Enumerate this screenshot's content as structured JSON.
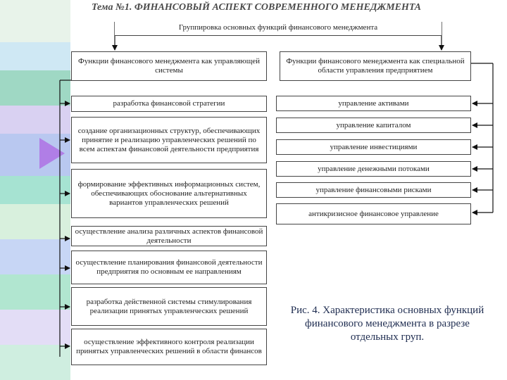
{
  "title": "Тема №1. ФИНАНСОВЫЙ АСПЕКТ СОВРЕМЕННОГО МЕНЕДЖМЕНТА",
  "root": "Группировка основных функций финансового менеджмента",
  "left_header": "Функции финансового менеджмента как управляющей системы",
  "right_header": "Функции финансового менеджмента как специальной области управления предприятием",
  "left_items": [
    "разработка финансовой стратегии",
    "создание организационных структур, обеспечивающих принятие и реализацию управленческих решений по всем аспектам финансовой деятельности предприятия",
    "формирование эффективных информационных систем, обеспечивающих обоснование альтернативных вариантов управленческих решений",
    "осуществление анализа различных аспектов финансовой деятельности",
    "осуществление планирования финансовой деятельности предприятия по основным ее направлениям",
    "разработка действенной системы стимулирования реализации принятых управленческих решений",
    "осуществление эффективного контроля реализации принятых управленческих решений в области финансов"
  ],
  "right_items": [
    "управление активами",
    "управление капиталом",
    "управление инвестициями",
    "управление денежными потоками",
    "управление финансовыми рисками",
    "антикризисное финансовое управление"
  ],
  "caption": "Рис. 4. Характеристика основных функций финансового менеджмента в разрезе отдельных груп."
}
